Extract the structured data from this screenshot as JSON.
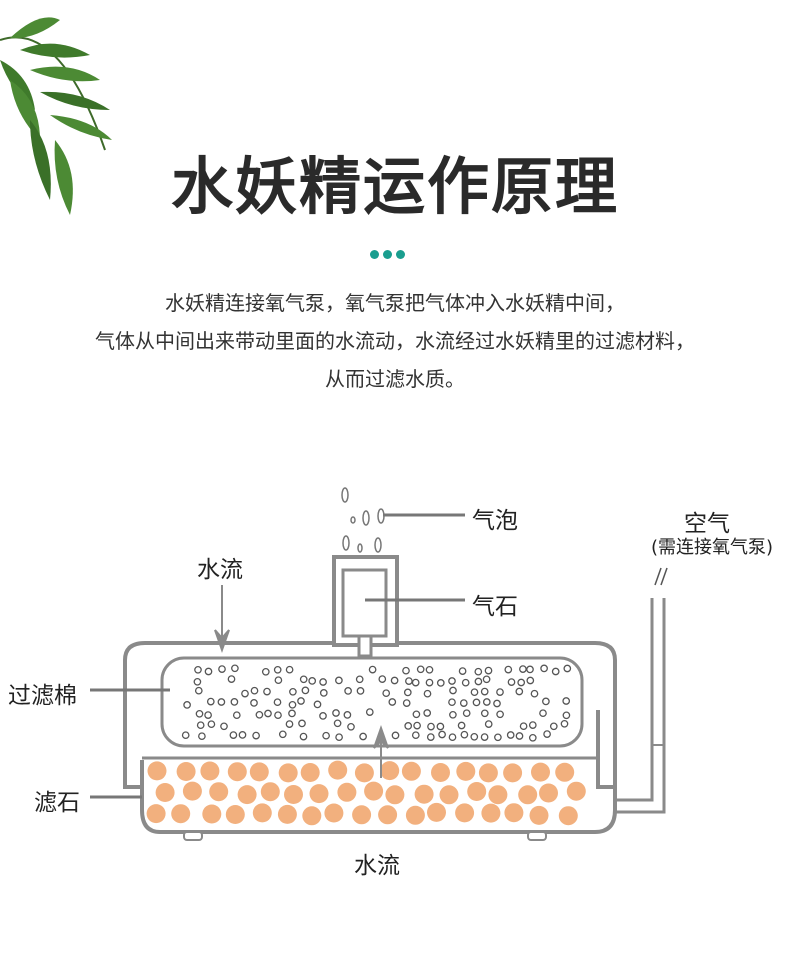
{
  "header": {
    "title": "水妖精运作原理"
  },
  "description": {
    "lines": [
      "水妖精连接氧气泵，氧气泵把气体冲入水妖精中间，",
      "气体从中间出来带动里面的水流动，水流经过水妖精里的过滤材料，",
      "从而过滤水质。"
    ]
  },
  "diagram": {
    "labels": {
      "bubbles": "气泡",
      "air_stone": "气石",
      "air": "空气",
      "air_note": "(需连接氧气泵)",
      "water_flow_top": "水流",
      "filter_cotton": "过滤棉",
      "filter_stone": "滤石",
      "water_flow_bottom": "水流"
    },
    "colors": {
      "accent": "#1a9e8f",
      "outline": "#8a8a8a",
      "stone": "#f2b07e",
      "leaf": "#3e7a2e"
    }
  }
}
